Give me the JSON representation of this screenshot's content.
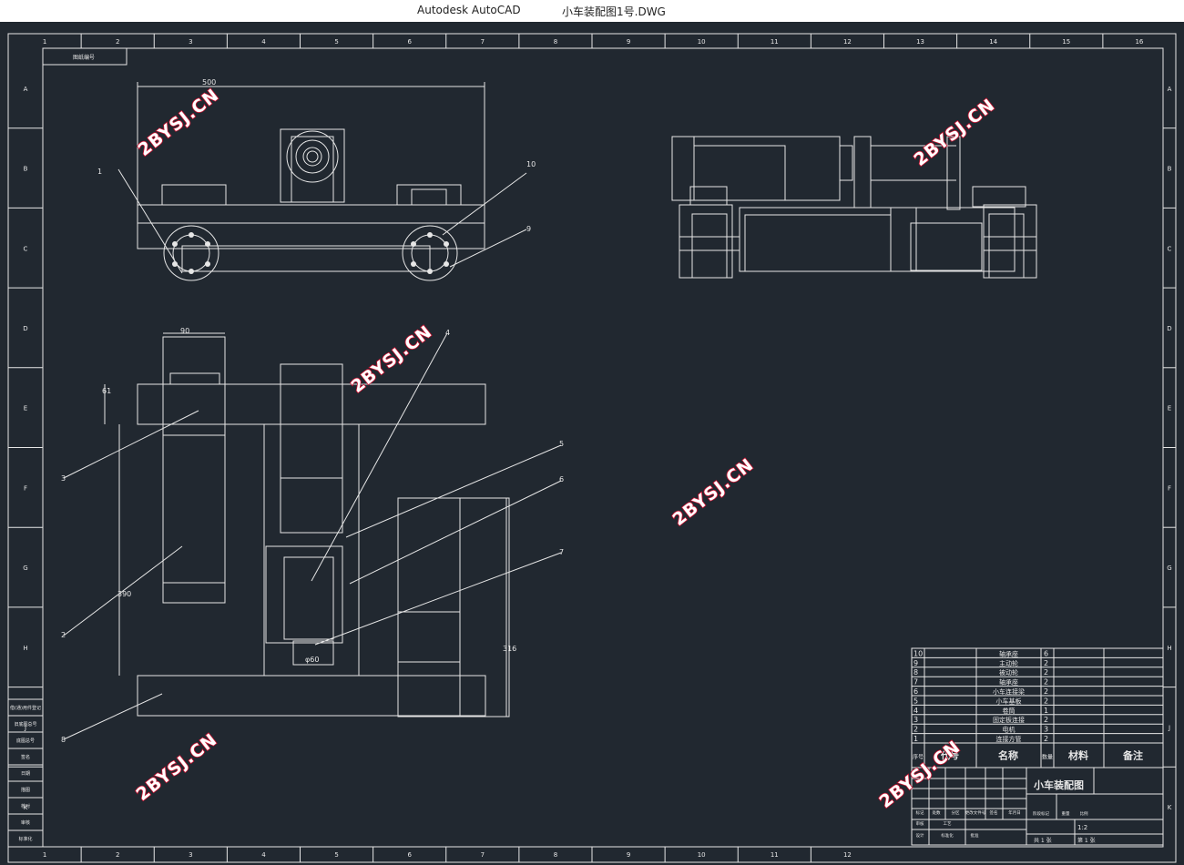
{
  "window": {
    "app_name": "Autodesk AutoCAD",
    "file_name": "小车装配图1号.DWG"
  },
  "frame": {
    "columns": [
      "1",
      "2",
      "3",
      "4",
      "5",
      "6",
      "7",
      "8",
      "9",
      "10",
      "11",
      "12",
      "13",
      "14",
      "15",
      "16"
    ],
    "bottom_columns": [
      "1",
      "2",
      "3",
      "4",
      "5",
      "6",
      "7",
      "8",
      "9",
      "10",
      "11",
      "12"
    ],
    "rows": [
      "A",
      "B",
      "C",
      "D",
      "E",
      "F",
      "G",
      "H",
      "J",
      "K"
    ]
  },
  "stamp_label": "图纸编号",
  "dimensions": {
    "top_width": "500",
    "plan_width": "90",
    "plan_left": "61",
    "plan_height": "390",
    "right_height": "316",
    "bottom_dia": "φ60"
  },
  "callouts": [
    "1",
    "2",
    "3",
    "4",
    "5",
    "6",
    "7",
    "8",
    "9",
    "10"
  ],
  "watermark": "2BYSJ.CN",
  "left_strip": [
    "借(通)用件登记",
    "旧底图总号",
    "底图总号",
    "签名",
    "日期",
    "描图",
    "校对",
    "审核",
    "标准化"
  ],
  "bom": {
    "rows": [
      {
        "no": "10",
        "name": "轴承座",
        "qty": "6"
      },
      {
        "no": "9",
        "name": "主动轮",
        "qty": "2"
      },
      {
        "no": "8",
        "name": "被动轮",
        "qty": "2"
      },
      {
        "no": "7",
        "name": "轴承座",
        "qty": "2"
      },
      {
        "no": "6",
        "name": "小车连接梁",
        "qty": "2"
      },
      {
        "no": "5",
        "name": "小车基板",
        "qty": "2"
      },
      {
        "no": "4",
        "name": "卷筒",
        "qty": "1"
      },
      {
        "no": "3",
        "name": "固定板连接",
        "qty": "2"
      },
      {
        "no": "2",
        "name": "电机",
        "qty": "3"
      },
      {
        "no": "1",
        "name": "连接方管",
        "qty": "2"
      }
    ],
    "headers": {
      "no": "序号",
      "code": "代号",
      "name": "名称",
      "qty": "数量",
      "material": "材料",
      "note": "备注"
    }
  },
  "title_block": {
    "drawing_title": "小车装配图",
    "scale": "1:2",
    "sheet": "共 1 张",
    "page": "第 1 张",
    "fields": [
      "标记",
      "处数",
      "分区",
      "更改文件号",
      "签名",
      "年月日",
      "设计",
      "标准化",
      "审核",
      "工艺",
      "批准",
      "阶段标记",
      "重量",
      "比例"
    ]
  },
  "colors": {
    "background": "#212830",
    "line": "#e6e6e6",
    "watermark_stroke": "#c8102e"
  }
}
